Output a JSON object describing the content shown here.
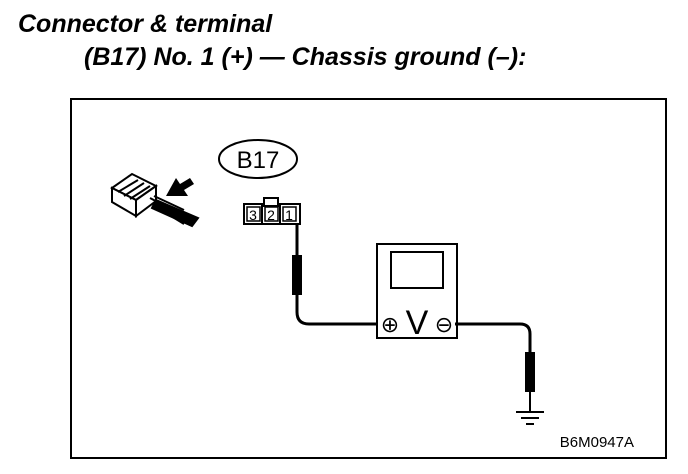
{
  "heading": {
    "line1": "Connector & terminal",
    "line2": "(B17) No. 1 (+) — Chassis ground (–):"
  },
  "diagram": {
    "connector_label": "B17",
    "terminal_numbers": [
      "3",
      "2",
      "1"
    ],
    "meter_symbol": "V",
    "positive_symbol": "⊕",
    "negative_symbol": "⊖",
    "figure_code": "B6M0947A"
  }
}
